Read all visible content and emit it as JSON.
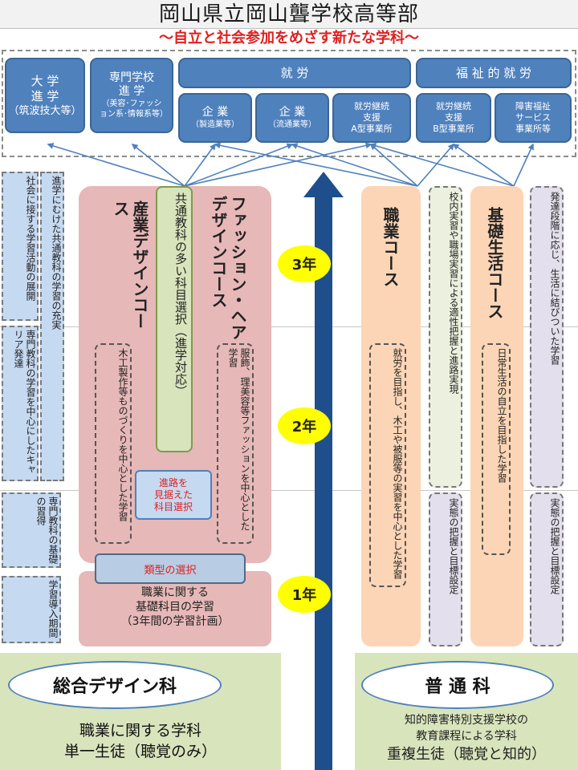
{
  "header": {
    "title": "岡山県立岡山聾学校高等部",
    "subtitle": "～自立と社会参加をめざす新たな学科～"
  },
  "destinations": {
    "university": {
      "main": "大 学\n進 学",
      "sub": "（筑波技大等）"
    },
    "vocational_school": {
      "main": "専門学校\n進 学",
      "sub": "（美容･ファッション系･情報系等）"
    },
    "employment_header": "就 労",
    "welfare_header": "福 祉 的 就 労",
    "company_mfg": {
      "main": "企 業",
      "sub": "（製造業等）"
    },
    "company_dist": {
      "main": "企 業",
      "sub": "（流通業等）"
    },
    "type_a": {
      "main": "就労継続\n支援\nA型事業所"
    },
    "type_b": {
      "main": "就労継続\n支援\nB型事業所"
    },
    "disability_service": {
      "main": "障害福祉\nサービス\n事業所等"
    }
  },
  "left_notes": {
    "social": "社会に接する学習活動の展開",
    "advancement": "進学にむけた共通教科の学習の充実",
    "specialized": "専門教科の学習を中心にしたキャリア発達",
    "basics": "専門教科の基礎の習得",
    "intro": "学習導入期間"
  },
  "design_dept": {
    "industrial_course": "産業デザインコース",
    "common_subjects": "共通教科の多い科目選択（進学対応）",
    "fashion_course": "ファッション・ヘアデザインコース",
    "woodwork_note": "木工製作等ものづくりを中心とした学習",
    "fashion_note": "服飾、理美容等ファッションを中心とした学習",
    "route_selection": "進路を\n見据えた\n科目選択",
    "type_selection": "類型の選択",
    "foundation_line1": "職業に関する",
    "foundation_line2": "基礎科目の学習",
    "foundation_line3": "（3年間の学習計画）"
  },
  "years": {
    "y3": "3年",
    "y2": "2年",
    "y1": "1年"
  },
  "general_dept": {
    "vocational_course": "職業コース",
    "vocational_note": "就労を目指し、木工や被服等の実習を中心とした学習",
    "onsite_training": "校内実習や職場実習による適性把握と進路実現",
    "assessment": "実態の把握と目標設定",
    "life_course": "基礎生活コース",
    "life_note": "日常生活の自立を目指した学習",
    "development": "発達段階に応じ、生活に結びついた学習",
    "assessment2": "実態の把握と目標設定"
  },
  "footer": {
    "design_dept_name": "総合デザイン科",
    "design_desc1": "職業に関する学科",
    "design_desc2": "単一生徒（聴覚のみ）",
    "general_dept_name": "普 通 科",
    "general_desc1": "知的障害特別支援学校の",
    "general_desc2": "教育課程による学科",
    "general_desc3": "重複生徒（聴覚と知的）"
  },
  "colors": {
    "blue_box": "#4f81bd",
    "pink_course": "#e6b8b7",
    "peach_course": "#fbd5b5",
    "green_panel": "#d8e4bc",
    "year_circle": "#ffff00",
    "subtitle_red": "#e02020",
    "arrow_navy": "#1f4e8c"
  }
}
